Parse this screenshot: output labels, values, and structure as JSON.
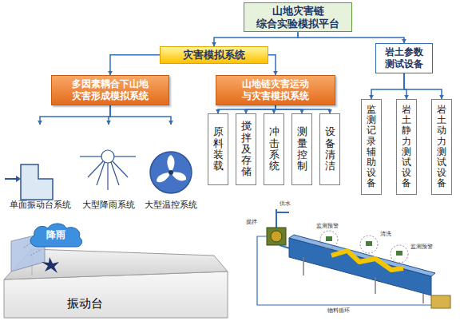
{
  "diagram": {
    "nodes": [
      {
        "text": [
          "山地灾害链 综合实验模拟平台"
        ]
      },
      {
        "text": [
          "灾害模拟系统"
        ]
      },
      {
        "text": [
          "岩土参数 测试设备"
        ]
      },
      {
        "text": [
          "多因素耦合下山地 灾害形成模拟系统"
        ]
      },
      {
        "text": [
          "山地链灾害运动 与灾害模拟系统"
        ]
      },
      {
        "text": [
          "单面振动台系统"
        ]
      },
      {
        "text": [
          "大型降雨系统"
        ]
      },
      {
        "text": [
          "大型温控系统"
        ]
      },
      {
        "text": [
          "原料装载"
        ]
      },
      {
        "text": [
          "搅拌及存储"
        ]
      },
      {
        "text": [
          "冲击系统"
        ]
      },
      {
        "text": [
          "测量控制"
        ]
      },
      {
        "text": [
          "设备清洁"
        ]
      },
      {
        "text": [
          "监测记录辅助设备"
        ]
      },
      {
        "text": [
          "岩土静力测试设备"
        ]
      },
      {
        "text": [
          "岩土动力测试设备"
        ]
      },
      {
        "text": [
          "降雨"
        ]
      }
    ],
    "edges": [
      {
        "from": 0,
        "to": 1,
        "arrow": "to"
      },
      {
        "from": 0,
        "to": 2,
        "arrow": "to"
      },
      {
        "from": 1,
        "to": 3,
        "arrow": "to"
      },
      {
        "from": 1,
        "to": 4,
        "arrow": "to"
      },
      {
        "from": 3,
        "to": 5,
        "arrow": "to"
      },
      {
        "from": 3,
        "to": 6,
        "arrow": "to"
      },
      {
        "from": 3,
        "to": 7,
        "arrow": "to"
      },
      {
        "from": 4,
        "to": 8,
        "arrow": "to"
      },
      {
        "from": 4,
        "to": 9,
        "arrow": "to"
      },
      {
        "from": 4,
        "to": 10,
        "arrow": "to"
      },
      {
        "from": 4,
        "to": 11,
        "arrow": "to"
      },
      {
        "from": 4,
        "to": 12,
        "arrow": "to"
      },
      {
        "from": 2,
        "to": 13,
        "arrow": "to"
      },
      {
        "from": 2,
        "to": 14,
        "arrow": "to"
      },
      {
        "from": 2,
        "to": 15,
        "arrow": "to"
      }
    ],
    "labels": [
      "振动台",
      "供水",
      "搅拌",
      "监测预警",
      "清洗",
      "监测预警",
      "物料循环"
    ]
  }
}
